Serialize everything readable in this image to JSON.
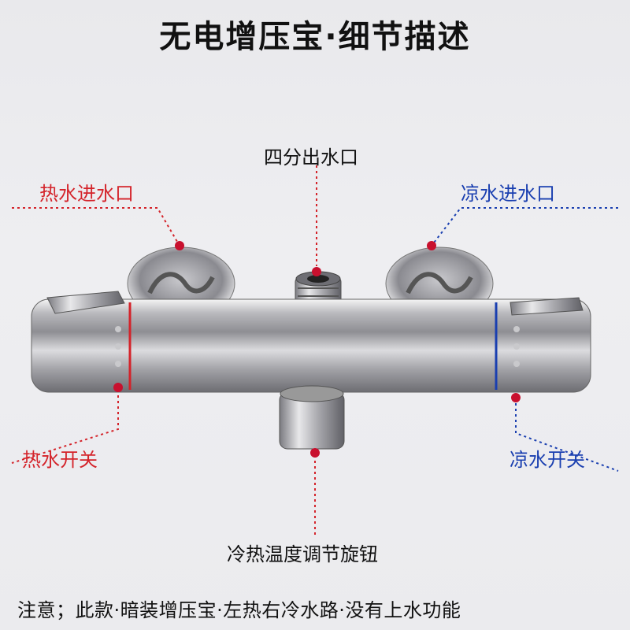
{
  "title": "无电增压宝·细节描述",
  "labels": {
    "top_outlet": "四分出水口",
    "hot_inlet": "热水进水口",
    "cold_inlet": "凉水进水口",
    "hot_switch": "热水开关",
    "cold_switch": "凉水开关",
    "temp_knob": "冷热温度调节旋钮"
  },
  "note": "注意；此款·暗装增压宝·左热右冷水路·没有上水功能",
  "colors": {
    "hot": "#d4232a",
    "cold": "#1a3fb0",
    "dot": "#c8102e"
  }
}
